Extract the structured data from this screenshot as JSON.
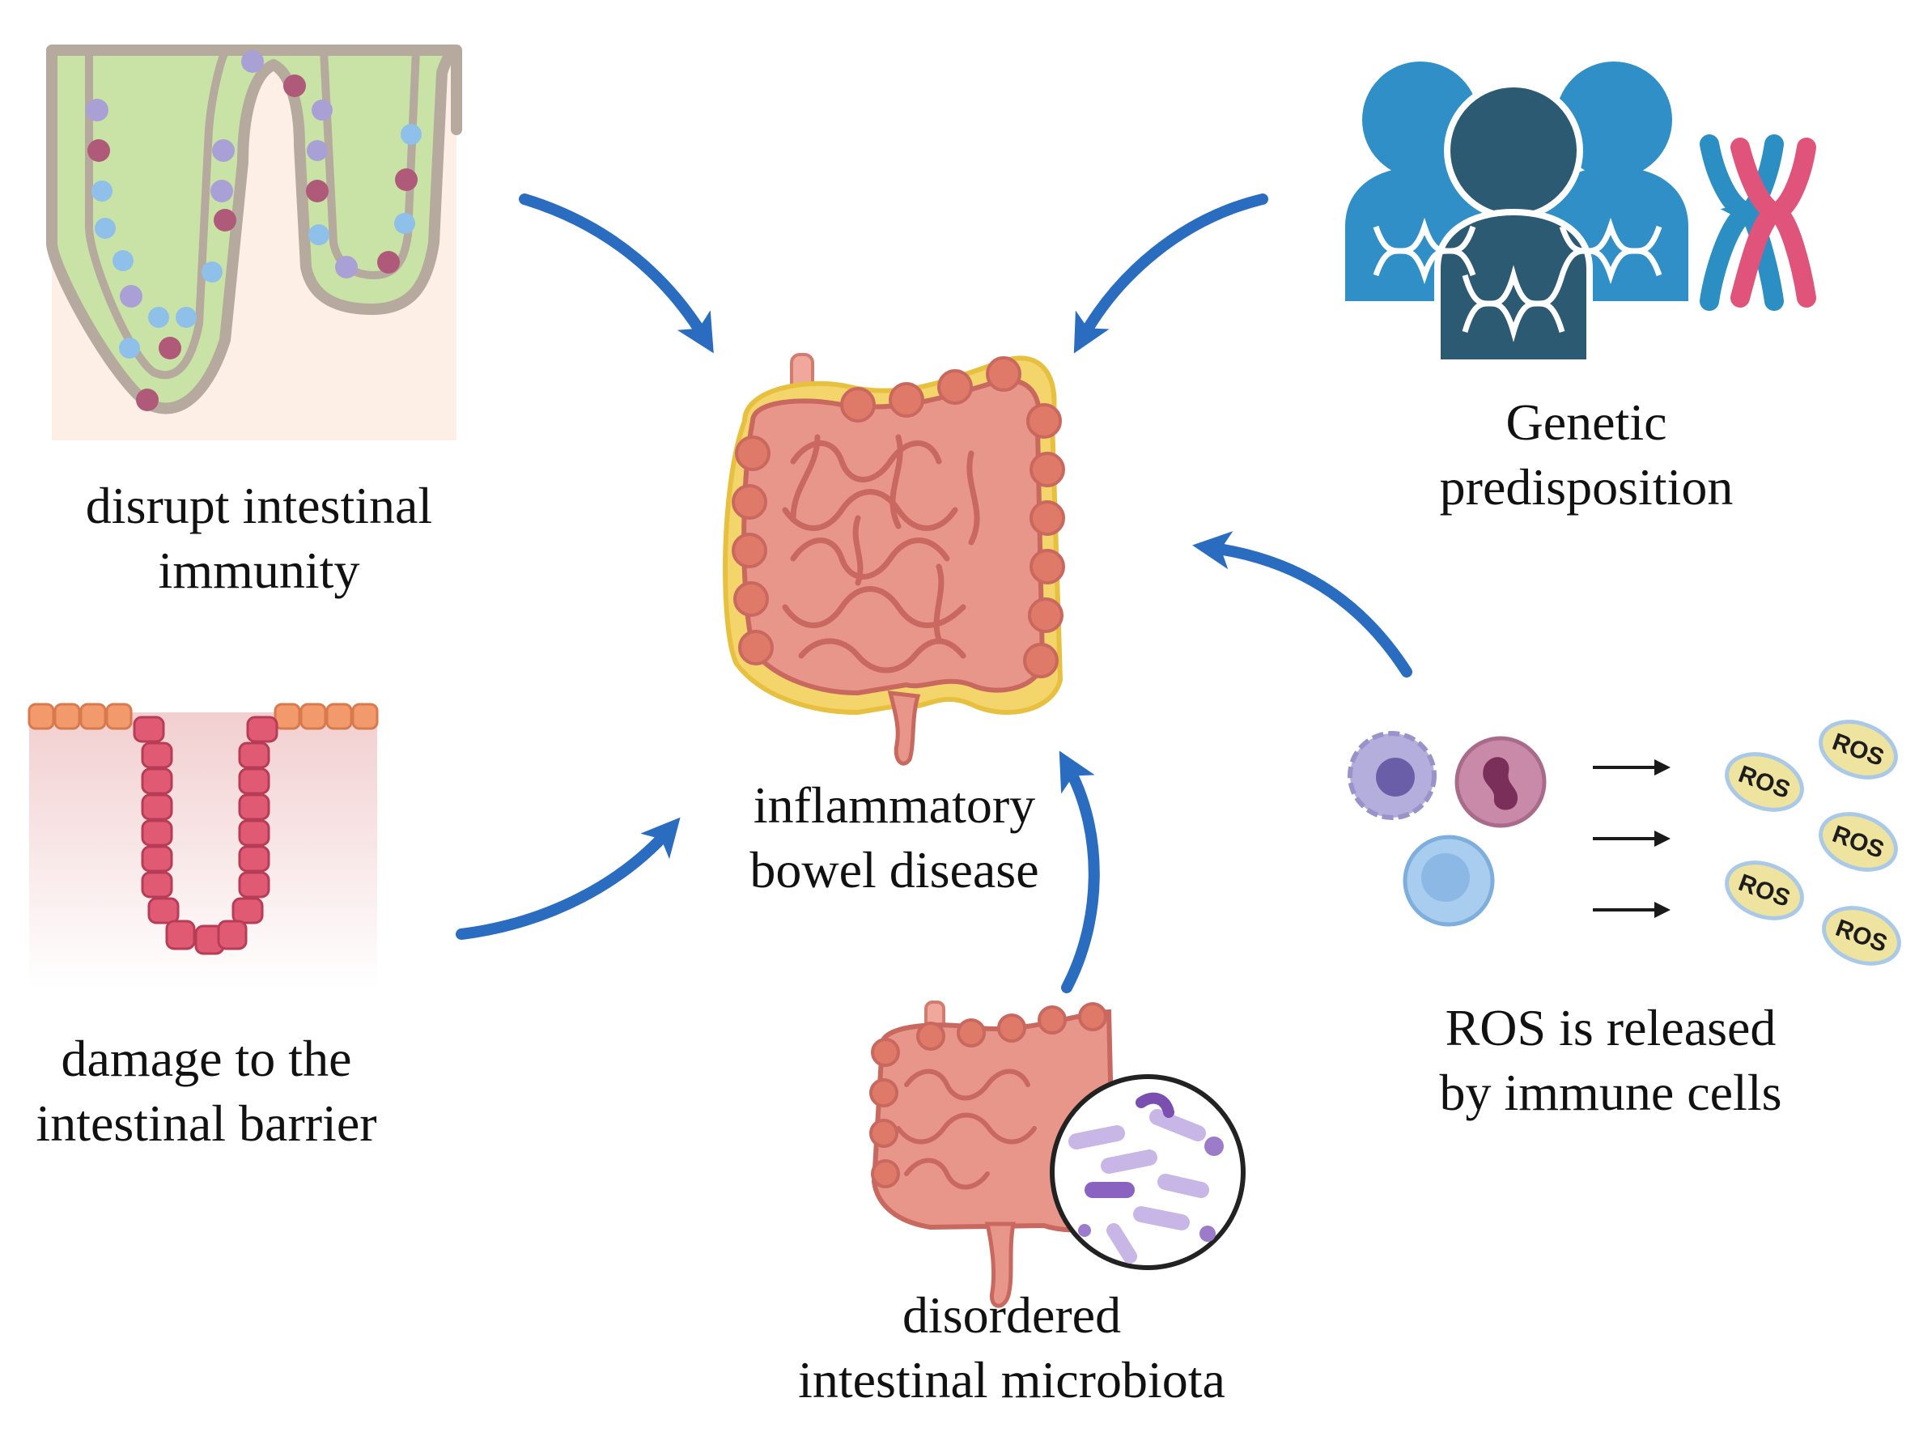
{
  "diagram": {
    "labels": {
      "immunity": [
        "disrupt intestinal",
        "immunity"
      ],
      "genetic": [
        "Genetic",
        "predisposition"
      ],
      "ibd": [
        "inflammatory",
        "bowel disease"
      ],
      "barrier": [
        "damage to the",
        "intestinal barrier"
      ],
      "ros": [
        "ROS is released",
        "by immune cells"
      ],
      "microbiota": [
        "disordered",
        "intestinal microbiota"
      ]
    },
    "ros_badge": "ROS",
    "colors": {
      "arrow": "#2a6cbf",
      "villus_fill": "#c9e3a6",
      "gut_pink": "#e8958a",
      "inflammation_yellow": "#f3d56b",
      "person_blue": "#2f8fc6",
      "person_dark": "#2b5a72",
      "chromosome_blue": "#2c8fc4",
      "chromosome_pink": "#e0537a",
      "ros_fill": "#efe3a0",
      "epithelium_pink": "#e05a74"
    },
    "icons": [
      "villi-illustration",
      "people-dna-icon",
      "chromosome-icon",
      "intestine-inflamed-illustration",
      "crypt-illustration",
      "immune-cell-icon",
      "ros-molecule-icon",
      "intestine-illustration",
      "bacteria-magnifier-icon"
    ]
  }
}
